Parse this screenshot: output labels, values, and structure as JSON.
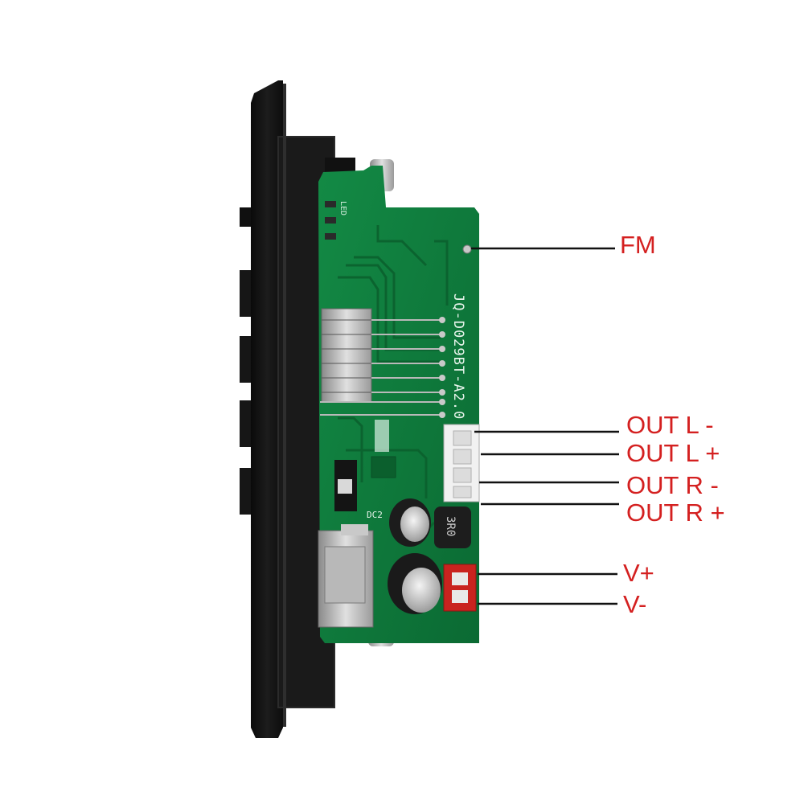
{
  "colors": {
    "label": "#d42020",
    "leader_line": "#111111",
    "pcb": "#0e7a3c",
    "panel": "#141414"
  },
  "board": {
    "model_text": "JQ-D029BT-A2.0",
    "silk_dc": "DC2",
    "silk_led": "LED",
    "inductor_marking": "3R0"
  },
  "callouts": [
    {
      "id": "fm",
      "label": "FM"
    },
    {
      "id": "out-l-minus",
      "label": "OUT L -"
    },
    {
      "id": "out-l-plus",
      "label": "OUT L +"
    },
    {
      "id": "out-r-minus",
      "label": "OUT R -"
    },
    {
      "id": "out-r-plus",
      "label": "OUT R +"
    },
    {
      "id": "v-plus",
      "label": "V+"
    },
    {
      "id": "v-minus",
      "label": "V-"
    }
  ]
}
